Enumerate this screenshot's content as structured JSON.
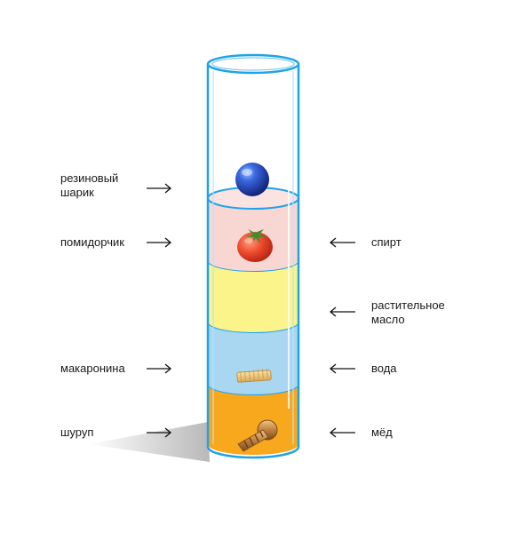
{
  "colors": {
    "tube_outline": "#1fa3e8",
    "honey": "#f7a81d",
    "water": "#a9d6f1",
    "oil": "#fbf48b",
    "alcohol": "#f8d7d3",
    "ball": "#2f5fd6",
    "tomato": "#e8452a"
  },
  "labels": {
    "left": [
      {
        "id": "ball",
        "text": "резиновый\nшарик"
      },
      {
        "id": "tomato",
        "text": "помидорчик"
      },
      {
        "id": "pasta",
        "text": "макаронина"
      },
      {
        "id": "screw",
        "text": "шуруп"
      }
    ],
    "right": [
      {
        "id": "alcohol",
        "text": "спирт"
      },
      {
        "id": "oil",
        "text": "растительное\nмасло"
      },
      {
        "id": "water",
        "text": "вода"
      },
      {
        "id": "honey",
        "text": "мёд"
      }
    ]
  },
  "icons": {
    "ball": "blue-ball-icon",
    "tomato": "tomato-icon",
    "pasta": "pasta-icon",
    "screw": "screw-icon"
  }
}
